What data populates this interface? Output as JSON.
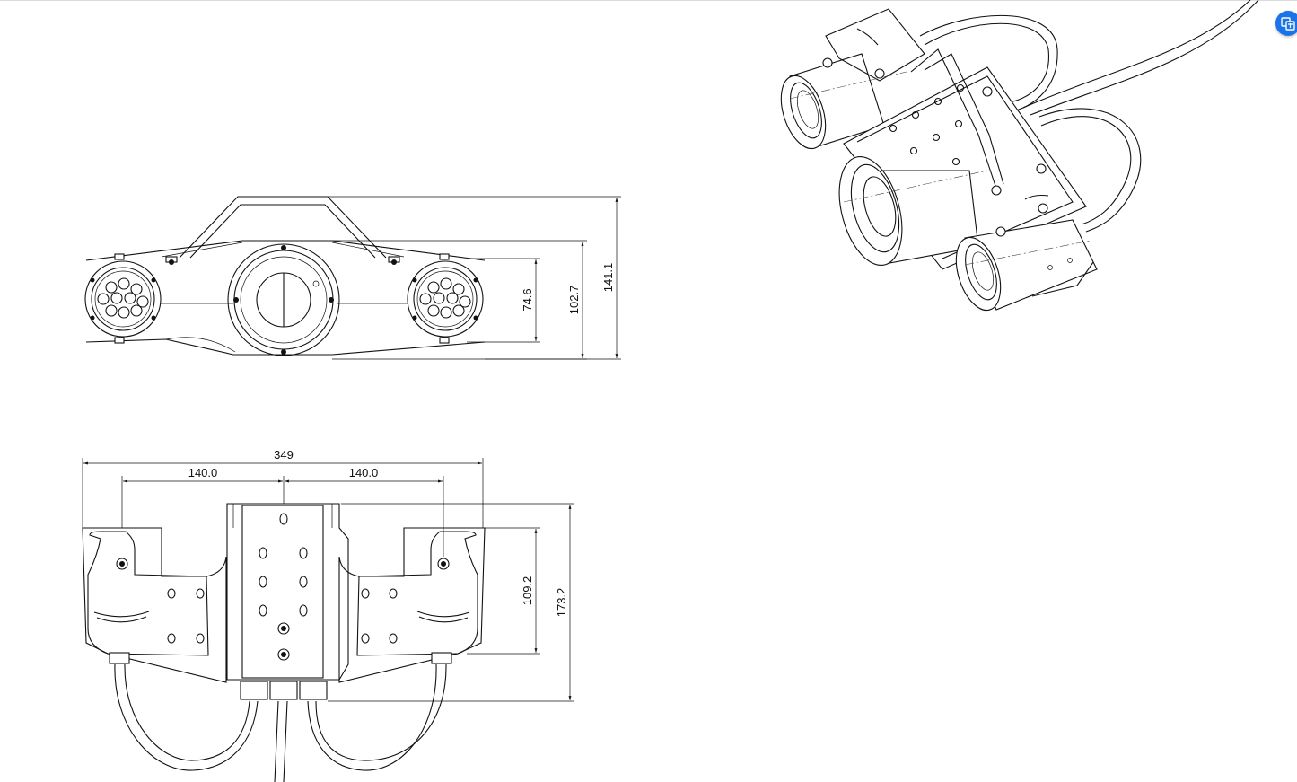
{
  "front_view": {
    "dimensions": [
      "74.6",
      "102.7",
      "141.1"
    ]
  },
  "top_view": {
    "dimensions": [
      "349",
      "140.0",
      "140.0",
      "109.2",
      "173.2"
    ]
  },
  "floating_button": {
    "icon": "translate-icon"
  }
}
